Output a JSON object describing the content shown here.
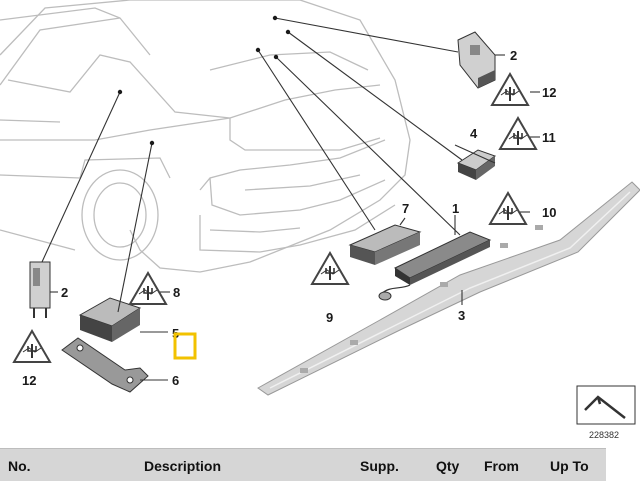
{
  "diagram": {
    "callouts": {
      "c1": "1",
      "c2a": "2",
      "c2b": "2",
      "c3": "3",
      "c4": "4",
      "c5": "5",
      "c6": "6",
      "c7": "7",
      "c8": "8",
      "c9": "9",
      "c10": "10",
      "c11": "11",
      "c12a": "12",
      "c12b": "12"
    },
    "catalog_number": "228382",
    "colors": {
      "line": "#555555",
      "part_fill": "#cfcfcf",
      "part_dark": "#555555",
      "highlight": "#f2c200"
    },
    "icons": [
      "warning-triangle-icon",
      "arrow-return-icon"
    ]
  },
  "table": {
    "columns": {
      "no": "No.",
      "description": "Description",
      "supp": "Supp.",
      "qty": "Qty",
      "from": "From",
      "up_to": "Up To"
    }
  }
}
